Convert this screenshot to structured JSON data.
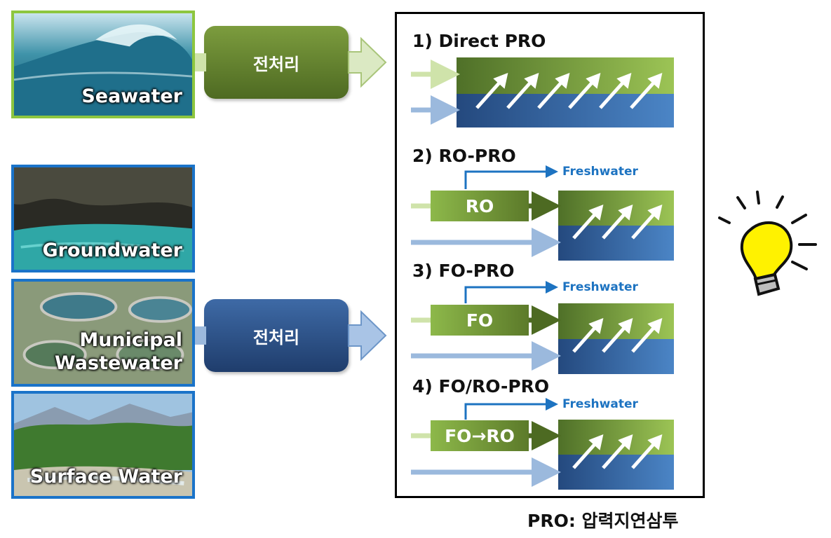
{
  "sources": {
    "seawater": "Seawater",
    "groundwater": "Groundwater",
    "municipal": "Municipal\nWastewater",
    "surface": "Surface Water"
  },
  "pretreatment": {
    "top": "전처리",
    "bottom": "전처리"
  },
  "processes": {
    "p1_title": "1) Direct PRO",
    "p2_title": "2) RO-PRO",
    "p2_box": "RO",
    "p2_output": "Freshwater",
    "p3_title": "3) FO-PRO",
    "p3_box": "FO",
    "p3_output": "Freshwater",
    "p4_title": "4) FO/RO-PRO",
    "p4_box": "FO→RO",
    "p4_output": "Freshwater"
  },
  "footnote": "PRO: 압력지연삼투",
  "colors": {
    "green_accent": "#8db84a",
    "blue_accent": "#1a73c9",
    "freshwater_text": "#1d73c1"
  },
  "icons": [
    "lightbulb-icon"
  ]
}
